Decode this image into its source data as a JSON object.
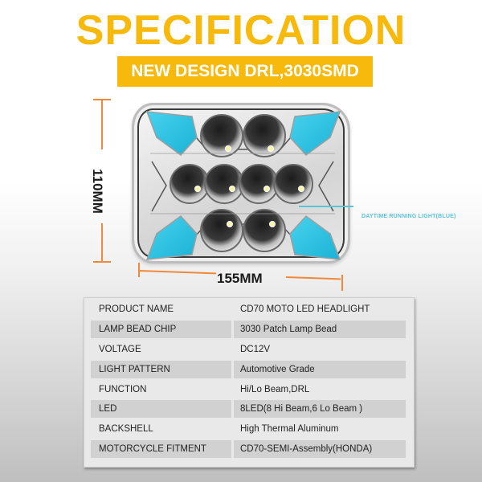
{
  "header": {
    "title": "SPECIFICATION",
    "subtitle": "NEW DESIGN DRL,3030SMD",
    "accent_color": "#f7b90c"
  },
  "product_image": {
    "height_label": "110MM",
    "width_label": "155MM",
    "callout_label": "DAYTIME RUNNING LIGHT(BLUE)",
    "drl_color": "#2fc6e6",
    "dimension_color": "#f08a3a",
    "led_count_visible": 8
  },
  "spec_table": {
    "rows": [
      {
        "label": "PRODUCT NAME",
        "value": "CD70 MOTO LED HEADLIGHT"
      },
      {
        "label": "LAMP BEAD CHIP",
        "value": "3030 Patch Lamp Bead"
      },
      {
        "label": "VOLTAGE",
        "value": "DC12V"
      },
      {
        "label": "LIGHT PATTERN",
        "value": "Automotive Grade"
      },
      {
        "label": "FUNCTION",
        "value": "Hi/Lo Beam,DRL"
      },
      {
        "label": "LED",
        "value": "8LED(8 Hi Beam,6 Lo Beam )"
      },
      {
        "label": "BACKSHELL",
        "value": "High Thermal Aluminum"
      },
      {
        "label": "MOTORCYCLE FITMENT",
        "value": "CD70-SEMI-Assembly(HONDA)"
      }
    ]
  }
}
